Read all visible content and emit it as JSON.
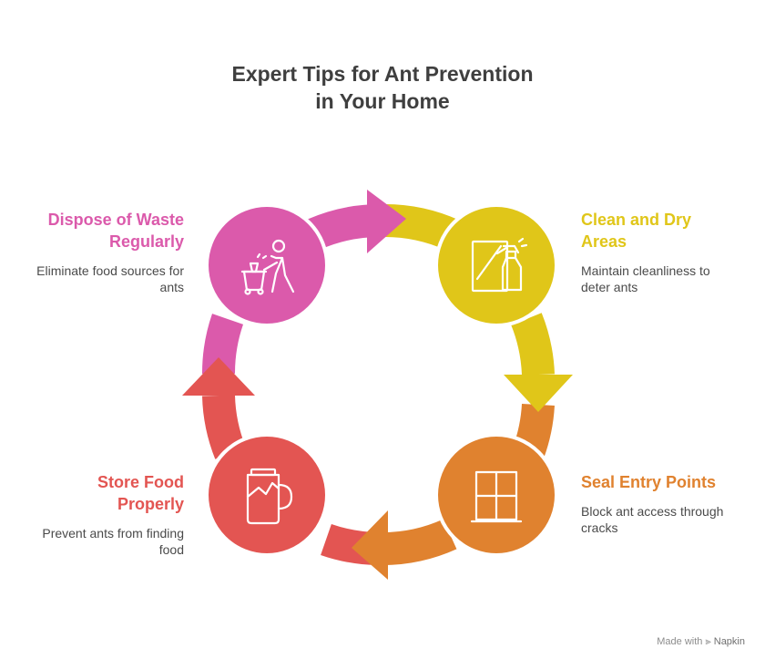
{
  "title": {
    "line1": "Expert Tips for Ant Prevention",
    "line2": "in Your Home"
  },
  "steps": [
    {
      "id": "dispose",
      "title_lines": [
        "Dispose of Waste",
        "Regularly"
      ],
      "desc_lines": [
        "Eliminate food sources for",
        "ants"
      ],
      "color": "#db5aab",
      "icon": "trash-disposal-icon"
    },
    {
      "id": "clean",
      "title_lines": [
        "Clean and Dry",
        "Areas"
      ],
      "desc_lines": [
        "Maintain cleanliness to",
        "deter ants"
      ],
      "color": "#e0c619",
      "icon": "spray-cleaning-icon"
    },
    {
      "id": "seal",
      "title_lines": [
        "Seal Entry Points"
      ],
      "desc_lines": [
        "Block ant access through",
        "cracks"
      ],
      "color": "#e0822f",
      "icon": "window-icon"
    },
    {
      "id": "store",
      "title_lines": [
        "Store Food",
        "Properly"
      ],
      "desc_lines": [
        "Prevent ants from finding",
        "food"
      ],
      "color": "#e35552",
      "icon": "jar-icon"
    }
  ],
  "footer": {
    "made_with": "Made with",
    "brand": "Napkin"
  }
}
